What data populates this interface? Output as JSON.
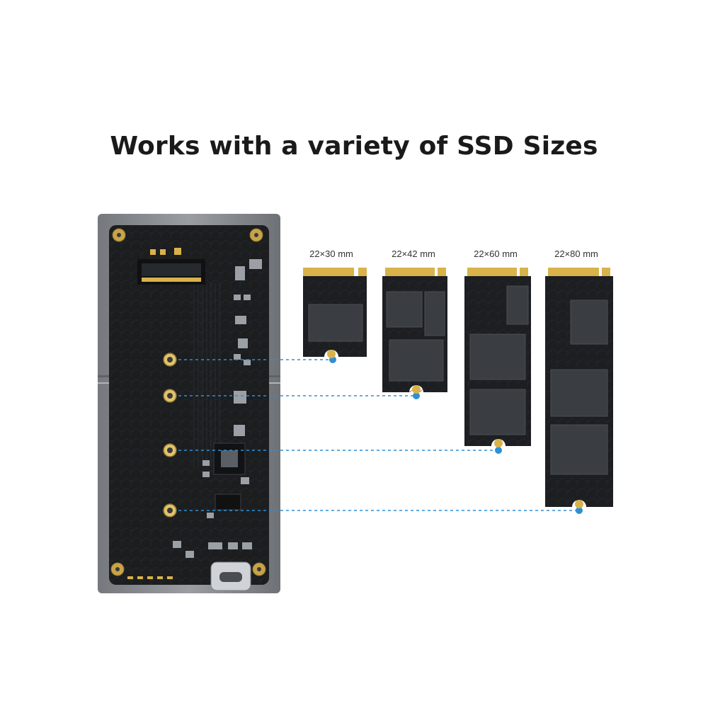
{
  "headline": "Works with a variety of SSD Sizes",
  "ssd_sizes": [
    {
      "label": "22×30 mm"
    },
    {
      "label": "22×42 mm"
    },
    {
      "label": "22×60 mm"
    },
    {
      "label": "22×80 mm"
    }
  ],
  "colors": {
    "board": "#1b1d1f",
    "enclosure": "#8a8d92",
    "gold": "#d9b24a",
    "guide_line": "#2f8fd6"
  }
}
